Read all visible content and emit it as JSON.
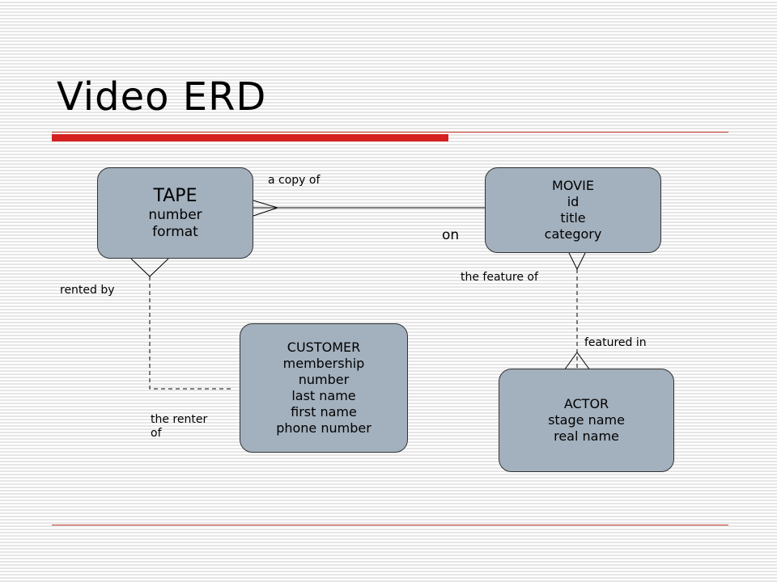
{
  "title": "Video ERD",
  "entities": {
    "tape": {
      "name": "TAPE",
      "attributes": [
        "number",
        "format"
      ]
    },
    "movie": {
      "name": "MOVIE",
      "attributes": [
        "id",
        "title",
        "category"
      ]
    },
    "customer": {
      "name": "CUSTOMER",
      "attributes": [
        "membership number",
        "last name",
        "first name",
        "phone number"
      ]
    },
    "actor": {
      "name": "ACTOR",
      "attributes": [
        "stage name",
        "real name"
      ]
    }
  },
  "labels": {
    "a_copy_of": "a copy of",
    "on": "on",
    "rented_by": "rented by",
    "the_renter_of": "the renter of",
    "the_feature_of": "the feature of",
    "featured_in": "featured in"
  },
  "colors": {
    "entity_fill": "#a3b0bd",
    "accent": "#d42020"
  }
}
